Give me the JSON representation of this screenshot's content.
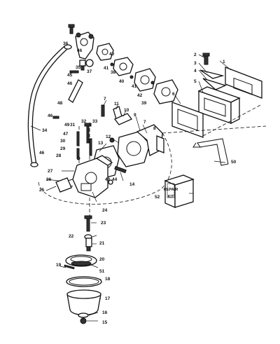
{
  "callouts": {
    "c1": "1",
    "c2": "2",
    "c3": "3",
    "c4": "4",
    "c5": "5",
    "c6": "6",
    "c7": "7",
    "c8": "8",
    "c9": "9",
    "c10": "10",
    "c11": "11",
    "c12": "12",
    "c13": "13",
    "c14": "14",
    "c15": "15",
    "c16": "16",
    "c17": "17",
    "c18": "18",
    "c19": "19",
    "c20": "20",
    "c21": "21",
    "c22": "22",
    "c23": "23",
    "c24": "24",
    "c25": "25",
    "c26": "26",
    "c27": "27",
    "c28": "28",
    "c29": "29",
    "c30": "30",
    "c31": "31",
    "c32": "32",
    "c33": "33",
    "c34": "34",
    "c35": "35",
    "c36": "36",
    "c37": "37",
    "c38": "38",
    "c39": "39",
    "c40": "40",
    "c41": "41",
    "c42": "42",
    "c43": "43",
    "c44": "44",
    "c45": "45",
    "c46": "46",
    "c47": "47",
    "c48": "48",
    "c49": "49",
    "c50": "50",
    "c51": "51",
    "c52": "52"
  },
  "repair_kit": {
    "line1": "REPAIR",
    "line2": "KIT"
  }
}
